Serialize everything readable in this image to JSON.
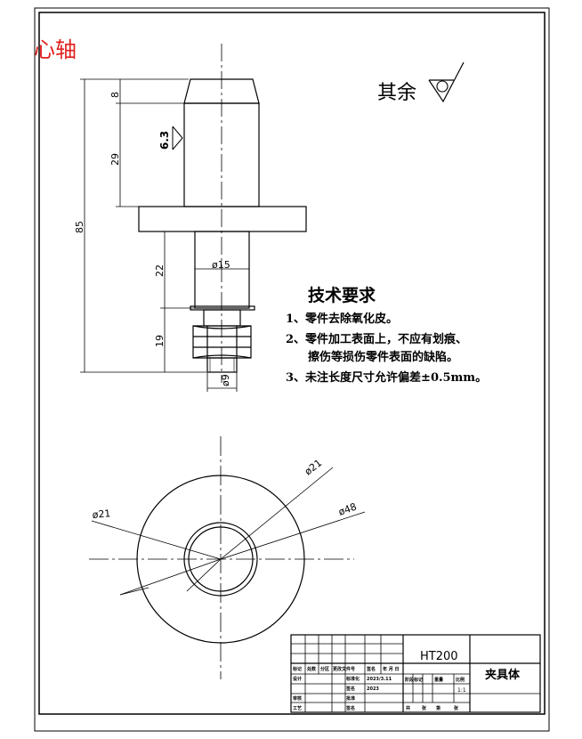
{
  "header_title": "心轴",
  "surface_finish_note": "其余",
  "roughness_value": "6.3",
  "dimensions": {
    "top_chamfer": "8",
    "upper_body": "29",
    "overall_length": "85",
    "lower_shank": "22",
    "thread_length": "19",
    "shank_diameter": "ø15",
    "thread_diameter": "ø9",
    "circle_inner_left": "ø21",
    "circle_inner_right": "ø21",
    "circle_outer": "ø48"
  },
  "technical_requirements": {
    "heading": "技术要求",
    "items": [
      "1、零件去除氧化皮。",
      "2、零件加工表面上，不应有划痕、",
      "擦伤等损伤零件表面的缺陷。",
      "3、未注长度尺寸允许偏差±0.5mm。"
    ]
  },
  "title_block": {
    "material": "HT200",
    "drawing_name": "夹具体",
    "scale_value": "1:1",
    "row_labels": [
      "标记",
      "处数",
      "分区",
      "更改文件号",
      "签名",
      "年 月 日"
    ],
    "designer_label": "设计",
    "standardization_label": "标准化",
    "approval_label": "批准",
    "process_label": "工艺",
    "review_label": "审核",
    "stage_label": "阶段标记",
    "weight_label": "重量",
    "scale_label": "比例",
    "sheet_total": "共",
    "sheet_unit": "张",
    "sheet_current": "第",
    "sheet_current_unit": "张",
    "small_date": "2023/3.11",
    "small_text": "签名",
    "sig_label": "签名",
    "date_label": "2023"
  }
}
